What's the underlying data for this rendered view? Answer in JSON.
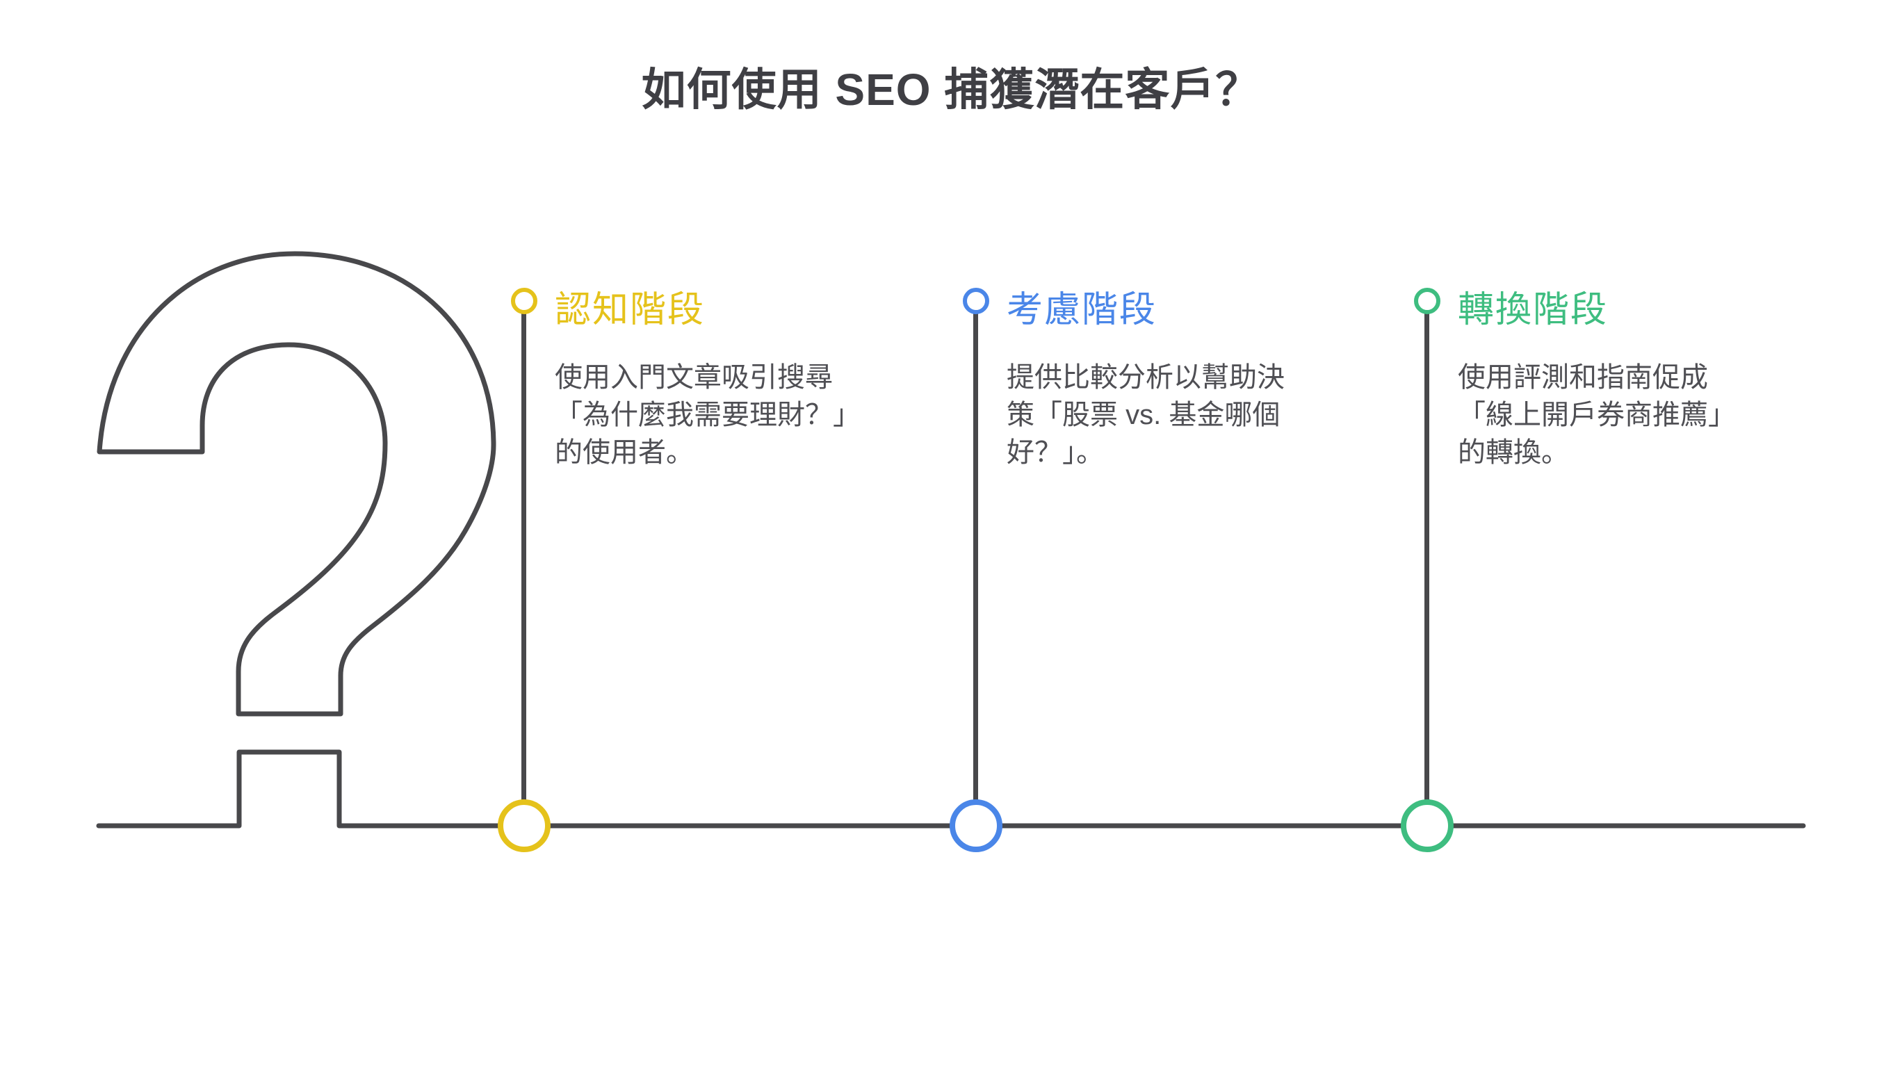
{
  "title": "如何使用 SEO 捕獲潛在客戶？",
  "colors": {
    "title_text": "#3F3F44",
    "body_text": "#4F4F54",
    "line_gray": "#48484B",
    "stage_yellow": "#E5C21B",
    "stage_blue": "#4A86E8",
    "stage_green": "#3EBD80"
  },
  "decorations": {
    "question_mark_icon": "question-mark-outline",
    "timeline": "horizontal timeline with question-mark dot notch"
  },
  "stages": [
    {
      "label": "認知階段",
      "color": "#E5C21B",
      "description": "使用入門文章吸引搜尋\n「為什麼我需要理財？」\n的使用者。"
    },
    {
      "label": "考慮階段",
      "color": "#4A86E8",
      "description": "提供比較分析以幫助決\n策「股票 vs. 基金哪個\n好？」。"
    },
    {
      "label": "轉換階段",
      "color": "#3EBD80",
      "description": "使用評測和指南促成\n「線上開戶券商推薦」\n的轉換。"
    }
  ]
}
